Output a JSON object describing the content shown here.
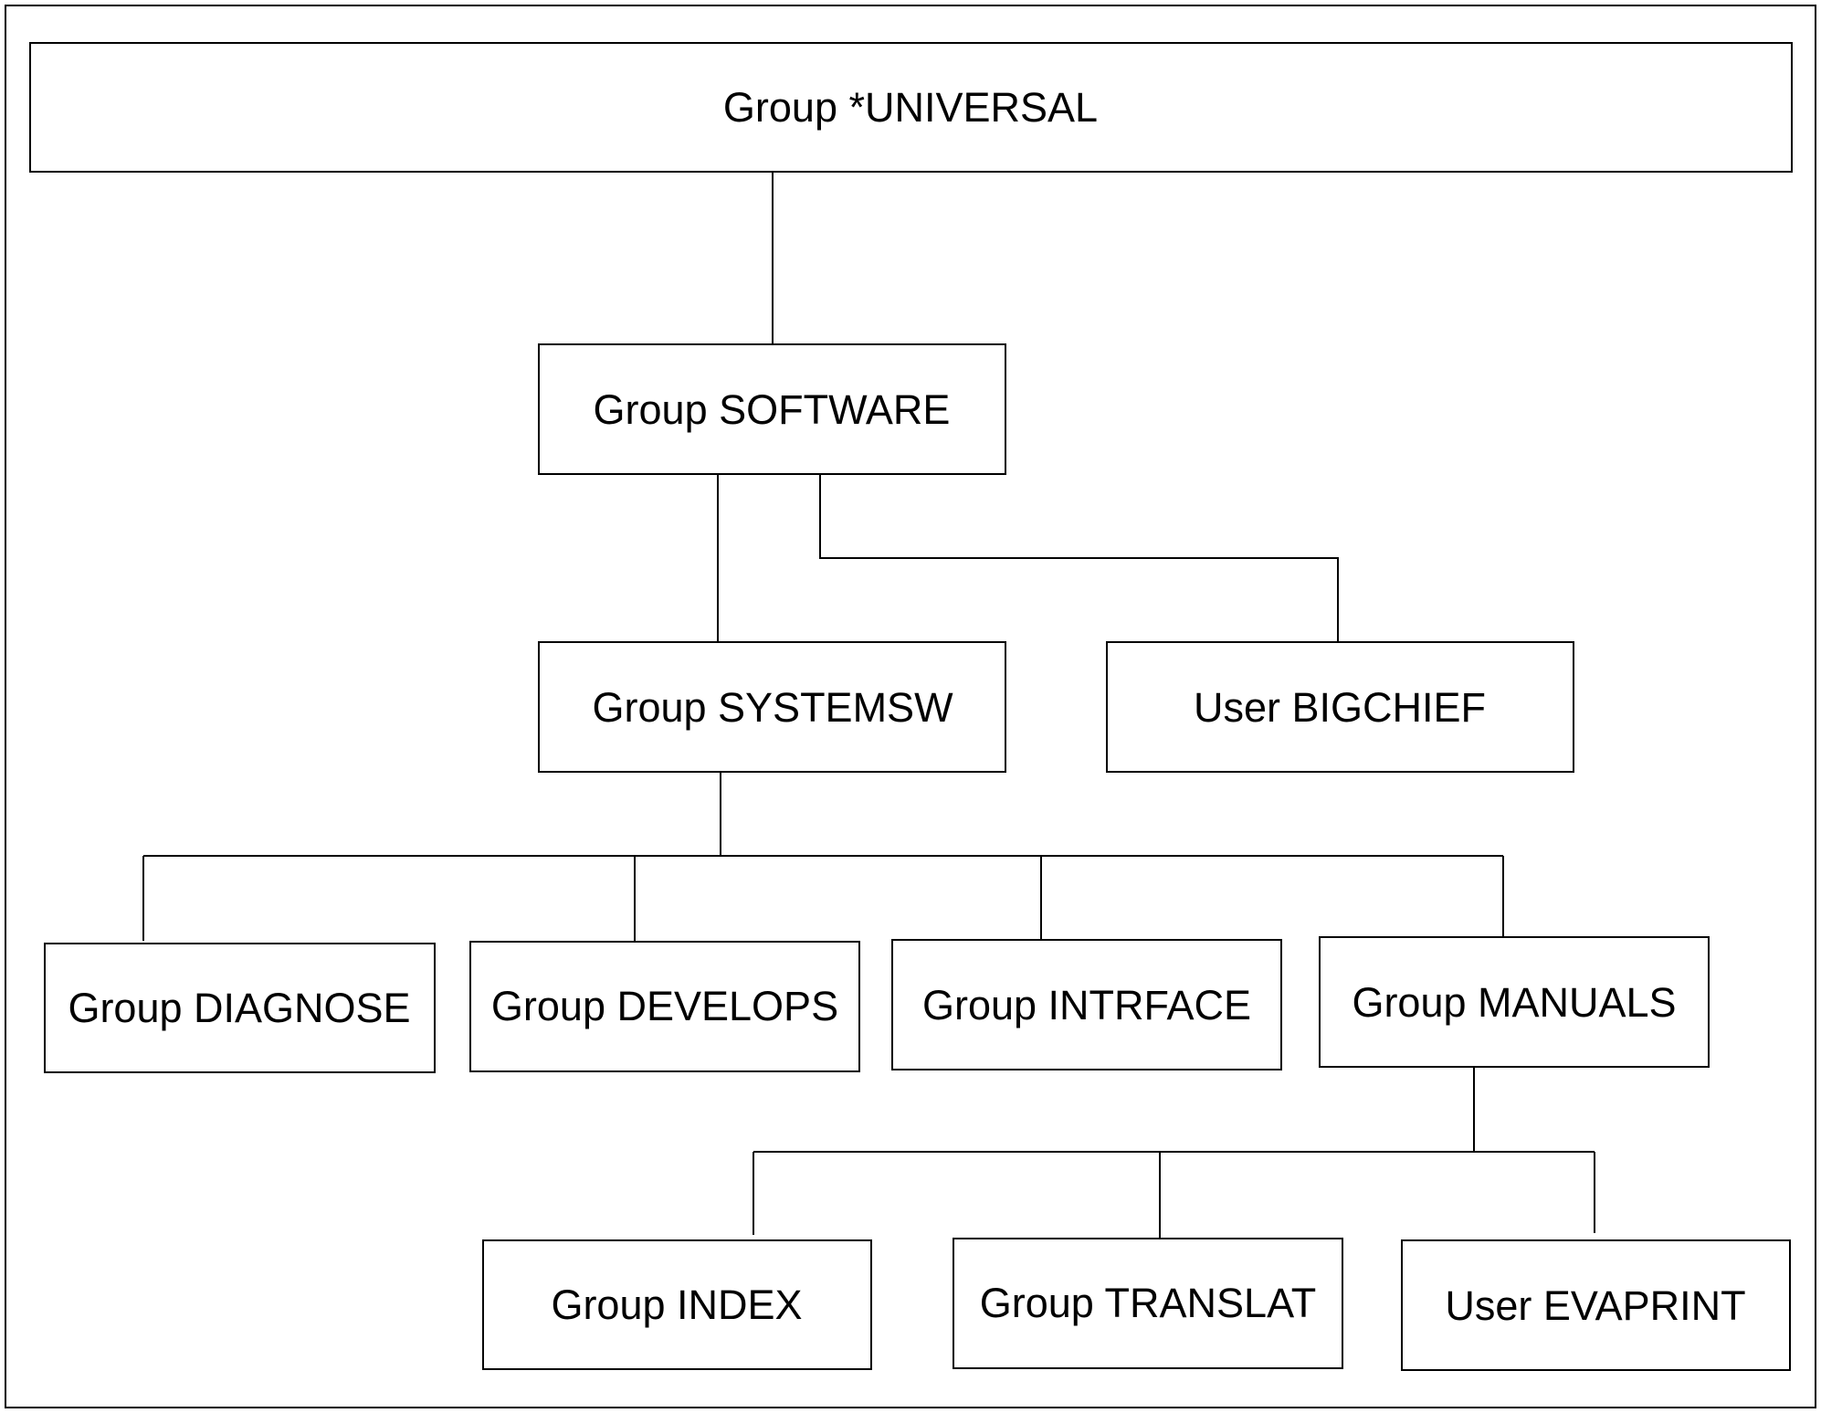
{
  "diagram": {
    "nodes": {
      "universal": "Group *UNIVERSAL",
      "software": "Group SOFTWARE",
      "systemsw": "Group SYSTEMSW",
      "bigchief": "User BIGCHIEF",
      "diagnose": "Group DIAGNOSE",
      "develops": "Group DEVELOPS",
      "intrface": "Group INTRFACE",
      "manuals": "Group MANUALS",
      "index": "Group INDEX",
      "translat": "Group TRANSLAT",
      "evaprint": "User EVAPRINT"
    },
    "edges": [
      [
        "universal",
        "software"
      ],
      [
        "software",
        "systemsw"
      ],
      [
        "software",
        "bigchief"
      ],
      [
        "systemsw",
        "diagnose"
      ],
      [
        "systemsw",
        "develops"
      ],
      [
        "systemsw",
        "intrface"
      ],
      [
        "systemsw",
        "manuals"
      ],
      [
        "manuals",
        "index"
      ],
      [
        "manuals",
        "translat"
      ],
      [
        "manuals",
        "evaprint"
      ]
    ]
  }
}
